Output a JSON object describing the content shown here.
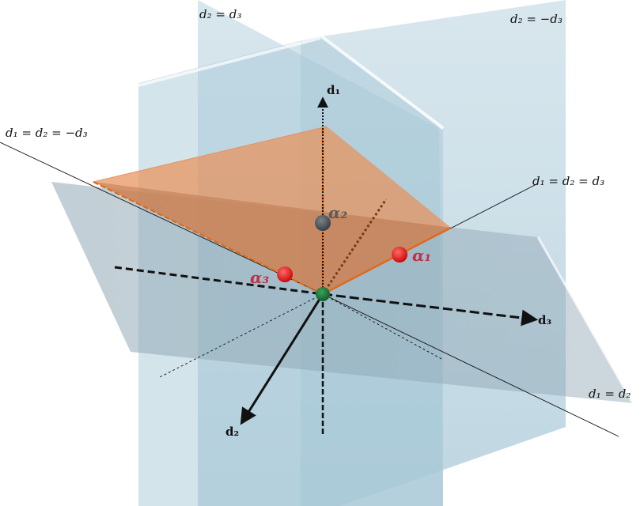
{
  "plane_labels": {
    "d2_eq_d3": "d₂ = d₃",
    "d2_eq_neg_d3": "d₂ = −d₃",
    "d1_eq_d2_eq_neg_d3": "d₁ = d₂ = −d₃",
    "d1_eq_d2_eq_d3": "d₁ = d₂ = d₃",
    "d1_eq_d2": "d₁ = d₂"
  },
  "axes": {
    "d1": "d₁",
    "d2": "d₂",
    "d3": "d₃"
  },
  "roots": {
    "alpha1": "α₁",
    "alpha2": "α₂",
    "alpha3": "α₃"
  },
  "colors": {
    "plane": "#a9c9d8",
    "cone": "#e8925a",
    "cone_edge": "#e06a18",
    "root_red": "#e81010",
    "root_gray": "#4f5760",
    "origin": "#1a7a3a",
    "root_label": "#c0304a",
    "root_label_gray": "#5a5a5a"
  }
}
